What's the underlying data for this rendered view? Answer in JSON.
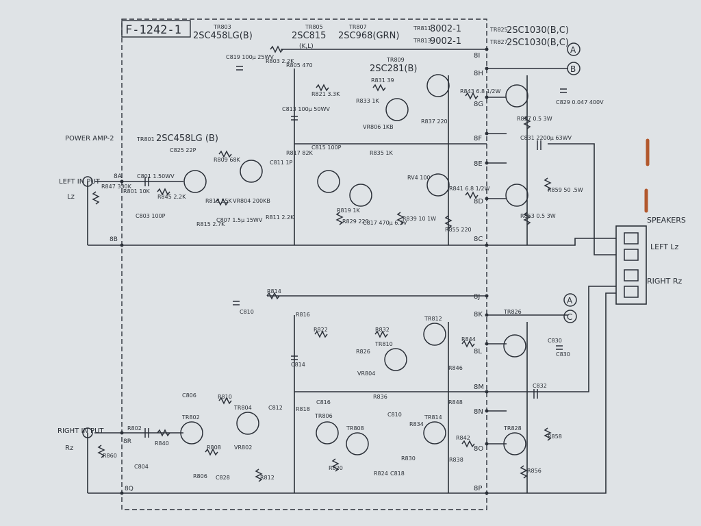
{
  "board_id": "F-1242-1",
  "stage_label": "POWER AMP-2",
  "left_input_label": "LEFT IN PUT",
  "left_input_sub": "Lz",
  "right_input_label": "RIGHT IN PUT",
  "right_input_sub": "Rz",
  "speakers": {
    "title": "SPEAKERS",
    "left": "LEFT Lz",
    "right": "RIGHT Rz"
  },
  "transistors_top": [
    {
      "ref": "TR803",
      "part": "2SC458LG(B)"
    },
    {
      "ref": "TR805",
      "part": "2SC815"
    },
    {
      "ref": "",
      "part": "(K,L)"
    },
    {
      "ref": "TR807",
      "part": "2SC968(GRN)"
    },
    {
      "ref": "TR811",
      "part": "8002-1"
    },
    {
      "ref": "TR813",
      "part": "9002-1"
    },
    {
      "ref": "TR825",
      "part": "2SC1030(B,C)"
    },
    {
      "ref": "TR827",
      "part": "2SC1030(B,C)"
    },
    {
      "ref": "TR809",
      "part": "2SC281(B)"
    },
    {
      "ref": "TR801",
      "part": "2SC458LG (B)"
    }
  ],
  "terminals": [
    "8I",
    "8H",
    "8G",
    "8F",
    "8E",
    "8D",
    "8C",
    "8J",
    "8K",
    "8L",
    "8M",
    "8N",
    "8O",
    "8P",
    "8A",
    "8B",
    "8R",
    "8Q"
  ],
  "connector_marks": [
    "A",
    "B",
    "A",
    "C"
  ],
  "components_top": [
    "R801 10K",
    "C801 1.50WV",
    "R845 2.2K",
    "R847 330K",
    "C803 100P",
    "C825 22P",
    "R809 68K",
    "R821 3.3K",
    "R831 39",
    "R843 6.8 1/2W",
    "R841 6.8 1/2W",
    "C811 1P",
    "R817 82K",
    "C815 100P",
    "VR804 200KB",
    "R811 2.2K",
    "R813 55K",
    "R815 2.7K",
    "C807 1.5μ 15WV",
    "R833 1K",
    "VR806 1KB",
    "R835 1K",
    "R829 220",
    "C817 470μ 6.3V",
    "R819 1K",
    "R839 10 1W",
    "RV4 100",
    "R837 220",
    "R855 220",
    "C829 0.047 400V",
    "R857 0.5 3W",
    "R853 0.5 3W",
    "C831 2200μ 63WV",
    "R859 50 .5W",
    "C813 100μ 50WV",
    "C819 100μ 25WV",
    "R803 2.2K",
    "R805 470"
  ],
  "components_bottom": [
    "R814",
    "C810",
    "R816",
    "R822",
    "R832",
    "TR812",
    "R844",
    "TR826",
    "C830",
    "TR810",
    "R826",
    "VR804",
    "R836",
    "C814",
    "C806",
    "R810",
    "TR804",
    "TR802",
    "C812",
    "R818",
    "C816",
    "TR806",
    "TR808",
    "C810",
    "R834",
    "TR814",
    "R842",
    "TR828",
    "R856",
    "R858",
    "C832",
    "R840",
    "R802",
    "R860",
    "C804",
    "R806",
    "R808",
    "VR802",
    "C828",
    "R812",
    "R820",
    "R824",
    "C818",
    "R830",
    "R838",
    "R848",
    "R846",
    "C830"
  ]
}
